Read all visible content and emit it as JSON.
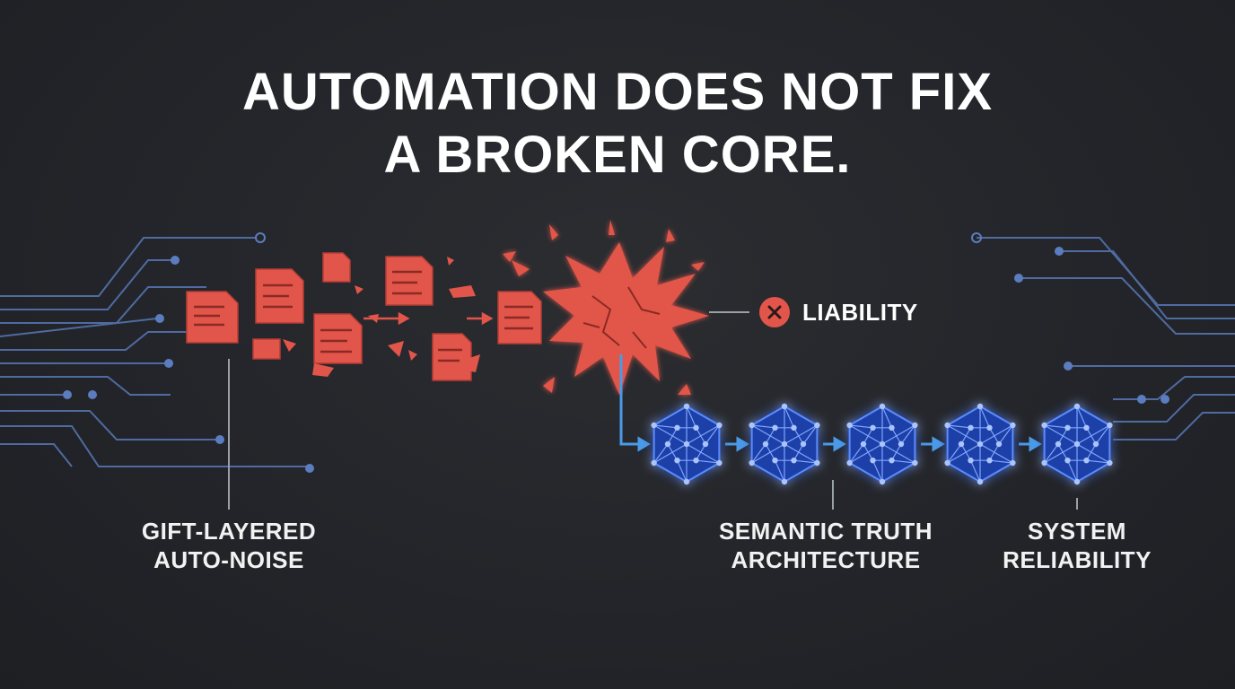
{
  "title": {
    "line1": "AUTOMATION DOES NOT FIX",
    "line2": "A BROKEN CORE."
  },
  "labels": {
    "noise_line1": "GIFT-LAYERED",
    "noise_line2": "AUTO-NOISE",
    "liability": "LIABILITY",
    "semantic_line1": "SEMANTIC TRUTH",
    "semantic_line2": "ARCHITECTURE",
    "reliability_line1": "SYSTEM",
    "reliability_line2": "RELIABILITY"
  },
  "icons": {
    "liability": "x-circle-icon",
    "documents": "document-icon",
    "explosion": "explosion-icon",
    "nodes": "crystal-network-icon"
  },
  "colors": {
    "background": "#23252a",
    "red": "#e2554a",
    "blue": "#3a6cf2",
    "circuit": "#5b7dbf",
    "text": "#ffffff"
  }
}
